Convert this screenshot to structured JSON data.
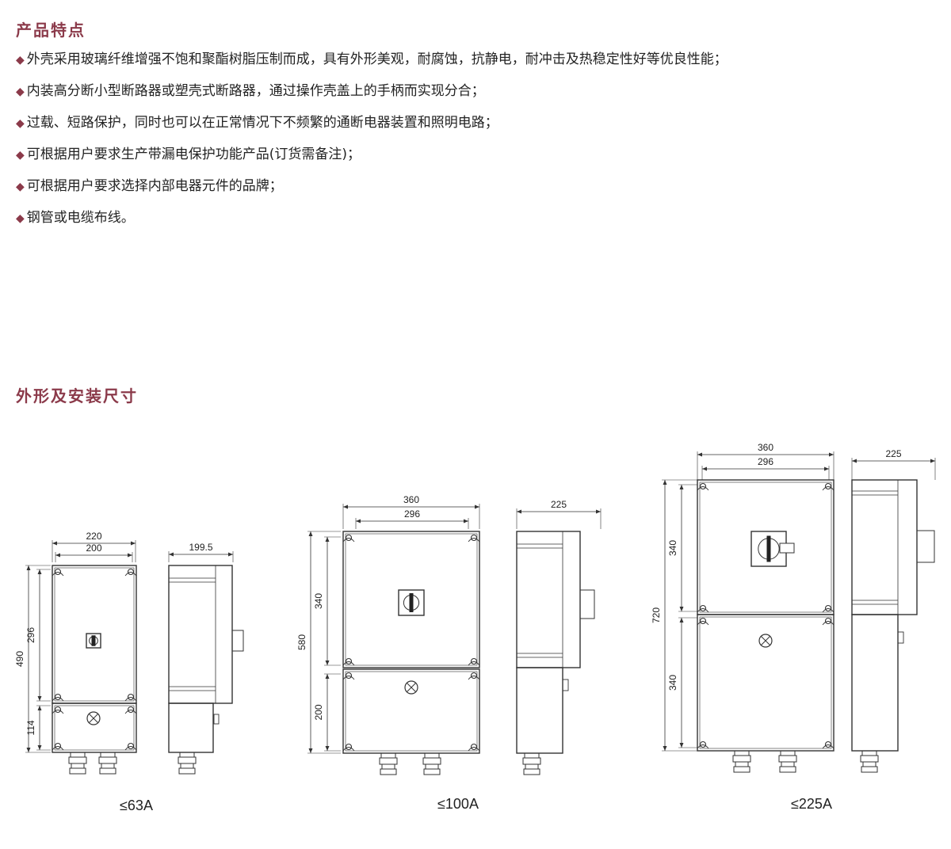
{
  "features": {
    "title": "产品特点",
    "items": [
      "外壳采用玻璃纤维增强不饱和聚酯树脂压制而成，具有外形美观，耐腐蚀，抗静电，耐冲击及热稳定性好等优良性能；",
      "内装高分断小型断路器或塑壳式断路器，通过操作壳盖上的手柄而实现分合；",
      "过载、短路保护，同时也可以在正常情况下不频繁的通断电器装置和照明电路；",
      "可根据用户要求生产带漏电保护功能产品(订货需备注)；",
      "可根据用户要求选择内部电器元件的品牌；",
      "钢管或电缆布线。"
    ],
    "bullet": "◆"
  },
  "dimensions": {
    "title": "外形及安装尺寸",
    "models": [
      {
        "label": "≤63A",
        "front": {
          "outer_width": "220",
          "inner_width": "200",
          "total_height": "490",
          "upper_height": "296",
          "lower_height": "114"
        },
        "side": {
          "depth": "199.5"
        }
      },
      {
        "label": "≤100A",
        "front": {
          "outer_width": "360",
          "inner_width": "296",
          "total_height": "580",
          "upper_height": "340",
          "lower_height": "200"
        },
        "side": {
          "depth": "225"
        }
      },
      {
        "label": "≤225A",
        "front": {
          "outer_width": "360",
          "inner_width": "296",
          "total_height": "720",
          "upper_height": "340",
          "lower_height": "340"
        },
        "side": {
          "depth": "225"
        }
      }
    ]
  },
  "colors": {
    "accent": "#8b3a4a",
    "line": "#333333"
  }
}
